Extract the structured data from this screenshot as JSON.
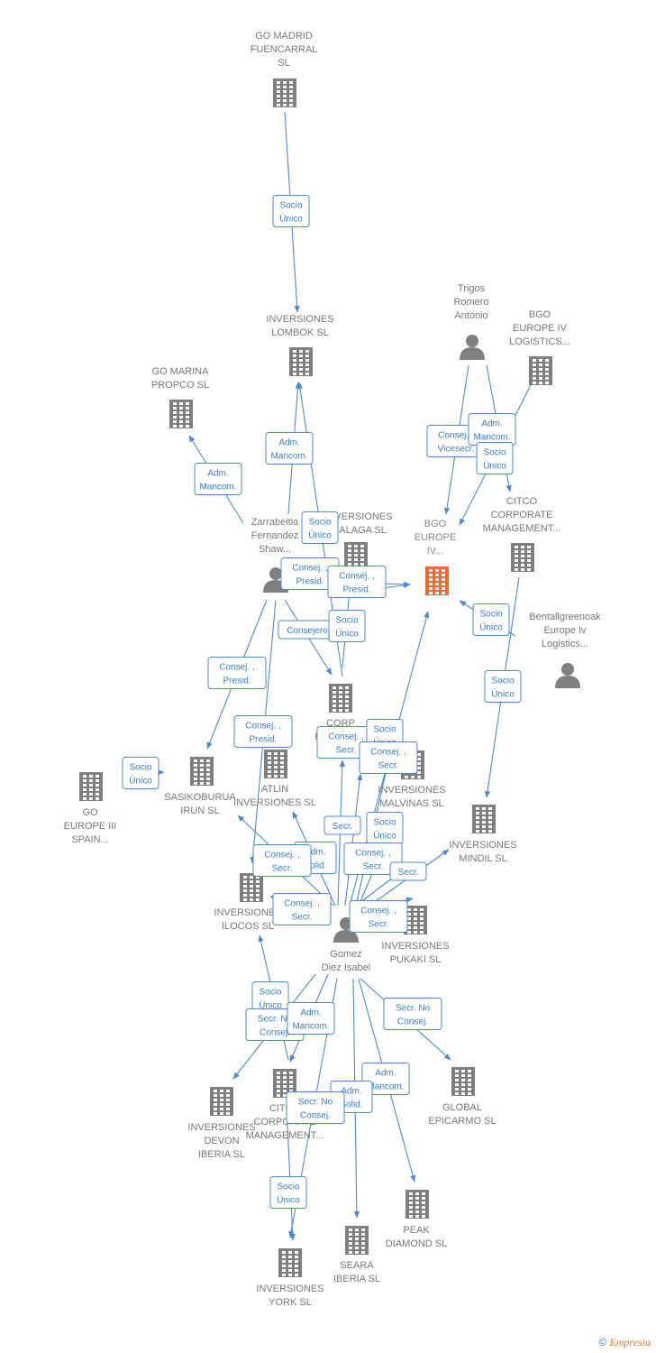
{
  "nodes": [
    {
      "id": "go_madrid",
      "type": "company",
      "lines": [
        "GO MADRID",
        "FUENCARRAL",
        "SL"
      ]
    },
    {
      "id": "lombok",
      "type": "company",
      "lines": [
        "INVERSIONES",
        "LOMBOK  SL"
      ]
    },
    {
      "id": "go_marina",
      "type": "company",
      "lines": [
        "GO MARINA",
        "PROPCO  SL"
      ]
    },
    {
      "id": "trigos",
      "type": "person",
      "lines": [
        "Trigos",
        "Romero",
        "Antonio"
      ]
    },
    {
      "id": "bgo_logistics",
      "type": "company",
      "lines": [
        "BGO",
        "EUROPE IV",
        "LOGISTICS..."
      ]
    },
    {
      "id": "citco_top",
      "type": "company",
      "lines": [
        "CITCO",
        "CORPORATE",
        "MANAGEMENT..."
      ]
    },
    {
      "id": "bgo_main",
      "type": "company",
      "main": true,
      "lines": [
        "BGO",
        "EUROPE",
        "IV..."
      ]
    },
    {
      "id": "zarrabeitia",
      "type": "person",
      "lines": [
        "Zarrabeitia",
        "Fernandez",
        "Shaw..."
      ]
    },
    {
      "id": "malaga",
      "type": "company",
      "lines": [
        "INVERSIONES",
        "MALAGA  SL"
      ]
    },
    {
      "id": "bentall",
      "type": "person",
      "lines": [
        "Bentallgreenoak",
        "Europe Iv",
        "Logistics..."
      ]
    },
    {
      "id": "holdings",
      "type": "company",
      "lines": [
        "CORP",
        "HOLDINGS"
      ]
    },
    {
      "id": "atlin",
      "type": "company",
      "lines": [
        "ATLIN",
        "INVERSIONES SL"
      ]
    },
    {
      "id": "sasikoburua",
      "type": "company",
      "lines": [
        "SASIKOBURUA",
        "IRUN  SL"
      ]
    },
    {
      "id": "go_europe3",
      "type": "company",
      "lines": [
        "GO",
        "EUROPE III",
        "SPAIN..."
      ]
    },
    {
      "id": "malvinas",
      "type": "company",
      "lines": [
        "INVERSIONES",
        "MALVINAS  SL"
      ]
    },
    {
      "id": "mindil",
      "type": "company",
      "lines": [
        "INVERSIONES",
        "MINDIL  SL"
      ]
    },
    {
      "id": "ilocos",
      "type": "company",
      "lines": [
        "INVERSIONES",
        "ILOCOS  SL"
      ]
    },
    {
      "id": "pukaki",
      "type": "company",
      "lines": [
        "INVERSIONES",
        "PUKAKI  SL"
      ]
    },
    {
      "id": "gomez",
      "type": "person",
      "lines": [
        "Gomez",
        "Diez Isabel"
      ]
    },
    {
      "id": "devon",
      "type": "company",
      "lines": [
        "INVERSIONES",
        "DEVON",
        "IBERIA SL"
      ]
    },
    {
      "id": "citco_bottom",
      "type": "company",
      "lines": [
        "CITCO",
        "CORPORATE",
        "MANAGEMENT..."
      ]
    },
    {
      "id": "global",
      "type": "company",
      "lines": [
        "GLOBAL",
        "EPICARMO SL"
      ]
    },
    {
      "id": "peak",
      "type": "company",
      "lines": [
        "PEAK",
        "DIAMOND SL"
      ]
    },
    {
      "id": "seara",
      "type": "company",
      "lines": [
        "SEARA",
        "IBERIA  SL"
      ]
    },
    {
      "id": "york",
      "type": "company",
      "lines": [
        "INVERSIONES",
        "YORK  SL"
      ]
    }
  ],
  "edge_labels": [
    [
      "Socio",
      "Único"
    ],
    [
      "Adm.",
      "Mancom."
    ],
    [
      "Adm.",
      "Mancom."
    ],
    [
      "Socio",
      "Único"
    ],
    [
      "Consej. ,",
      "Presid."
    ],
    [
      "Consej. ,",
      "Presid."
    ],
    [
      "Consejero"
    ],
    [
      "Socio",
      "Único"
    ],
    [
      "Consej. ,",
      "Vicesecr."
    ],
    [
      "Adm.",
      "Mancom."
    ],
    [
      "Socio",
      "Único"
    ],
    [
      "Socio",
      "Único"
    ],
    [
      "Socio",
      "Único"
    ],
    [
      "Consej. ,",
      "Presid."
    ],
    [
      "Consej. ,",
      "Presid."
    ],
    [
      "Socio",
      "Único"
    ],
    [
      "Consej. ,",
      "Secr."
    ],
    [
      "Socio",
      "Único"
    ],
    [
      "Consej. ,",
      "Secr."
    ],
    [
      "Secr."
    ],
    [
      "Socio",
      "Único"
    ],
    [
      "Adm.",
      "Solid."
    ],
    [
      "Consej. ,",
      "Secr."
    ],
    [
      "Consej. ,",
      "Secr."
    ],
    [
      "Secr."
    ],
    [
      "Consej. ,",
      "Secr."
    ],
    [
      "Consej. ,",
      "Secr."
    ],
    [
      "Socio",
      "Único"
    ],
    [
      "Secr.  No",
      "Consej."
    ],
    [
      "Adm.",
      "Mancom."
    ],
    [
      "Secr.  No",
      "Consej."
    ],
    [
      "Adm.",
      "Mancom."
    ],
    [
      "Adm.",
      "Solid."
    ],
    [
      "Secr.  No",
      "Consej."
    ],
    [
      "Socio",
      "Único"
    ]
  ],
  "copyright": {
    "symbol": "©",
    "brand": "Empresia"
  },
  "colors": {
    "edge": "#4a8ad4",
    "node": "#7f7f7f",
    "main_node": "#f06a35"
  }
}
